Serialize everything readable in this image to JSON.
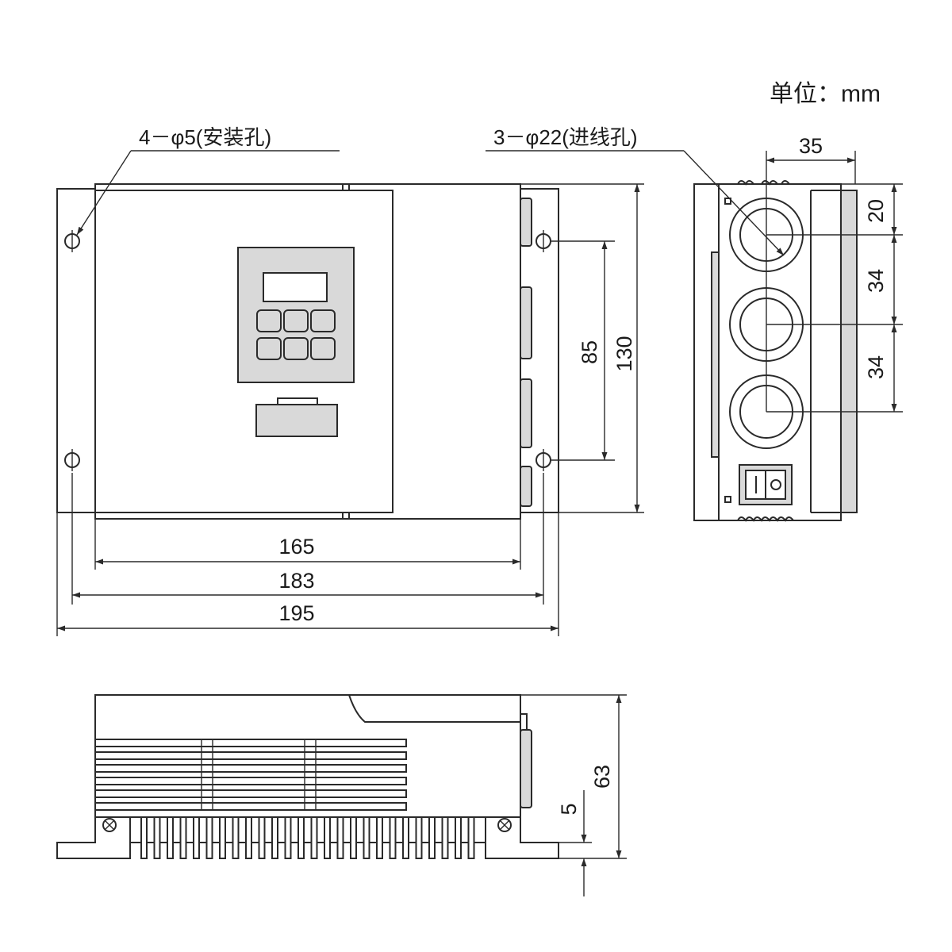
{
  "unit_label": "单位：mm",
  "labels": {
    "mount_holes": "4－φ5(安装孔)",
    "wire_holes": "3－φ22(进线孔)"
  },
  "dimensions": {
    "w165": "165",
    "w183": "183",
    "w195": "195",
    "h85": "85",
    "h130": "130",
    "s35": "35",
    "s20": "20",
    "s34a": "34",
    "s34b": "34",
    "b63": "63",
    "b5": "5"
  },
  "colors": {
    "line": "#2a2a2a",
    "panel_fill": "#d9d9d9",
    "background": "#ffffff"
  }
}
